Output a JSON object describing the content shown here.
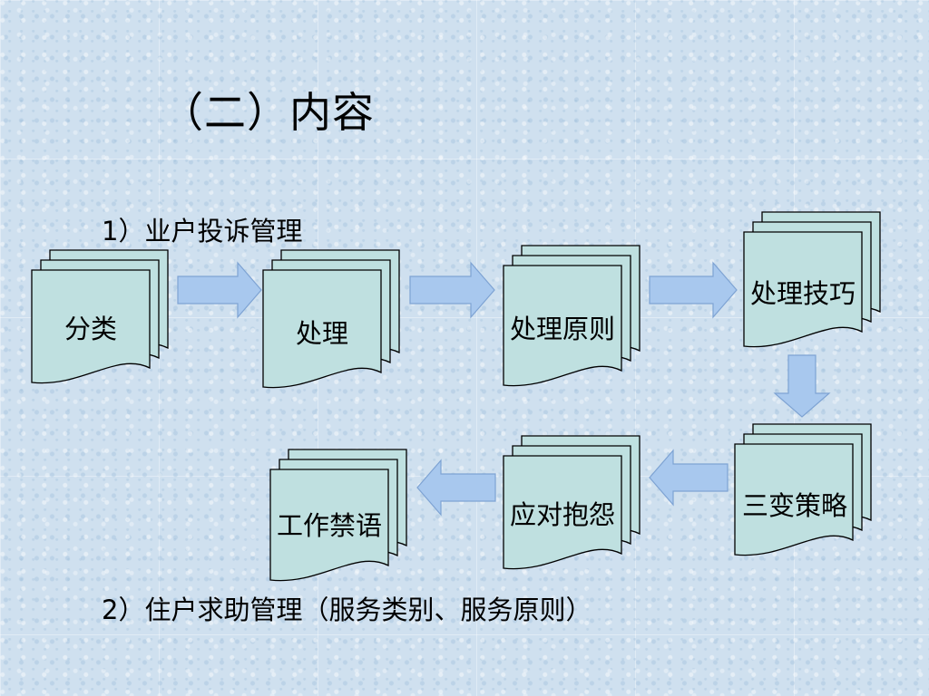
{
  "slide": {
    "title": "（二）内容",
    "section1_label": "1）业户投诉管理",
    "section2_label": "2）住户求助管理（服务类别、服务原则）"
  },
  "colors": {
    "document_fill": "#bfe0e0",
    "document_stroke": "#000000",
    "arrow_fill": "#a8c8ee",
    "arrow_stroke": "#7ea3d3"
  },
  "flow": {
    "nodes": [
      {
        "id": "classify",
        "label": "分类"
      },
      {
        "id": "handle",
        "label": "处理"
      },
      {
        "id": "principles",
        "label": "处理原则"
      },
      {
        "id": "techniques",
        "label": "处理技巧"
      },
      {
        "id": "three-changes",
        "label": "三变策略"
      },
      {
        "id": "respond-complaints",
        "label": "应对抱怨"
      },
      {
        "id": "taboo-words",
        "label": "工作禁语"
      }
    ],
    "edges": [
      {
        "from": "classify",
        "to": "handle"
      },
      {
        "from": "handle",
        "to": "principles"
      },
      {
        "from": "principles",
        "to": "techniques"
      },
      {
        "from": "techniques",
        "to": "three-changes"
      },
      {
        "from": "three-changes",
        "to": "respond-complaints"
      },
      {
        "from": "respond-complaints",
        "to": "taboo-words"
      }
    ]
  }
}
